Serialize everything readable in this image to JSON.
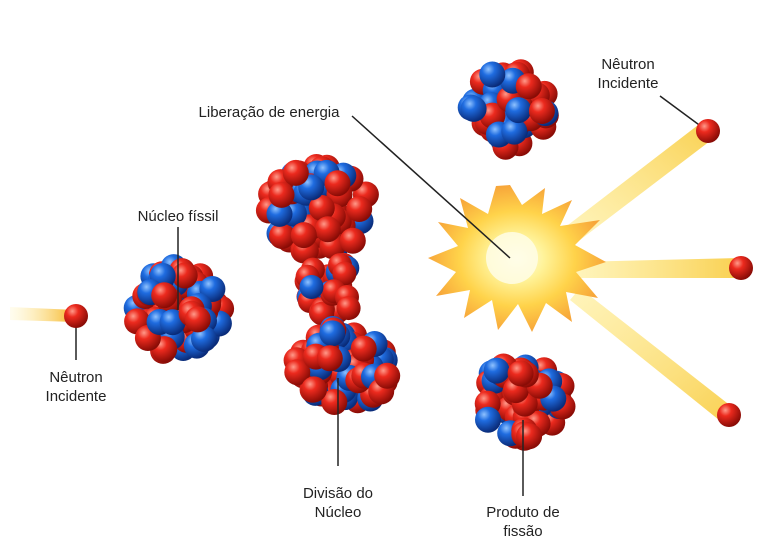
{
  "labels": {
    "neutron_in": [
      "Nêutron",
      "Incidente"
    ],
    "fissile": "Núcleo físsil",
    "division": [
      "Divisão do",
      "Núcleo"
    ],
    "energy": "Liberação de energia",
    "neutron_out": [
      "Nêutron",
      "Incidente"
    ],
    "product": [
      "Produto de",
      "fissão"
    ]
  },
  "colors": {
    "proton": "#e0201e",
    "neutron": "#1f64d8",
    "particle": "#e5201a",
    "beam": "#f7c430",
    "burst_outer": "#f6b53a",
    "burst_inner": "#fff3a8",
    "leader_line": "#222222"
  }
}
